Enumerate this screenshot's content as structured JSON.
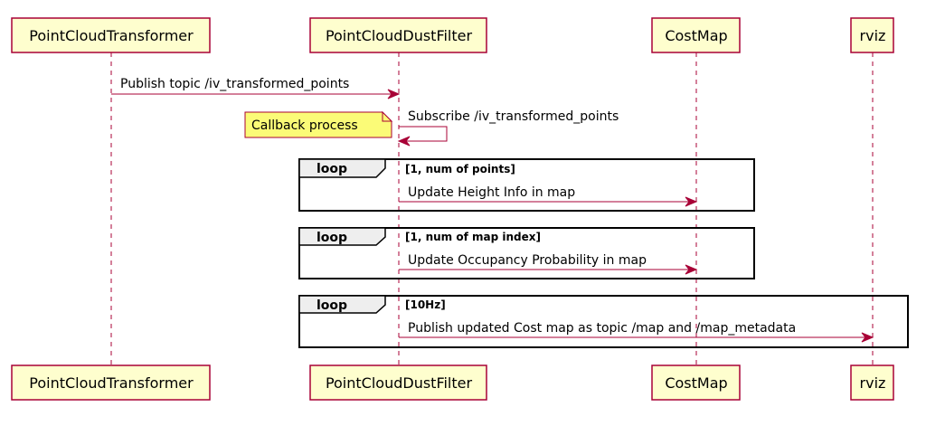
{
  "participants": [
    {
      "id": "pct",
      "label": "PointCloudTransformer"
    },
    {
      "id": "pcdf",
      "label": "PointCloudDustFilter"
    },
    {
      "id": "costmap",
      "label": "CostMap"
    },
    {
      "id": "rviz",
      "label": "rviz"
    }
  ],
  "messages": [
    {
      "from": "pct",
      "to": "pcdf",
      "label": "Publish topic /iv_transformed_points"
    },
    {
      "from": "pcdf",
      "to": "pcdf",
      "label": "Subscribe /iv_transformed_points",
      "self": true
    },
    {
      "from": "pcdf",
      "to": "costmap",
      "label": "Update Height Info in map"
    },
    {
      "from": "pcdf",
      "to": "costmap",
      "label": "Update Occupancy Probability in map"
    },
    {
      "from": "pcdf",
      "to": "rviz",
      "label": "Publish updated Cost map as topic /map and /map_metadata"
    }
  ],
  "note": {
    "label": "Callback process"
  },
  "loops": [
    {
      "keyword": "loop",
      "guard": "[1, num of points]"
    },
    {
      "keyword": "loop",
      "guard": "[1, num of map index]"
    },
    {
      "keyword": "loop",
      "guard": "[10Hz]"
    }
  ]
}
